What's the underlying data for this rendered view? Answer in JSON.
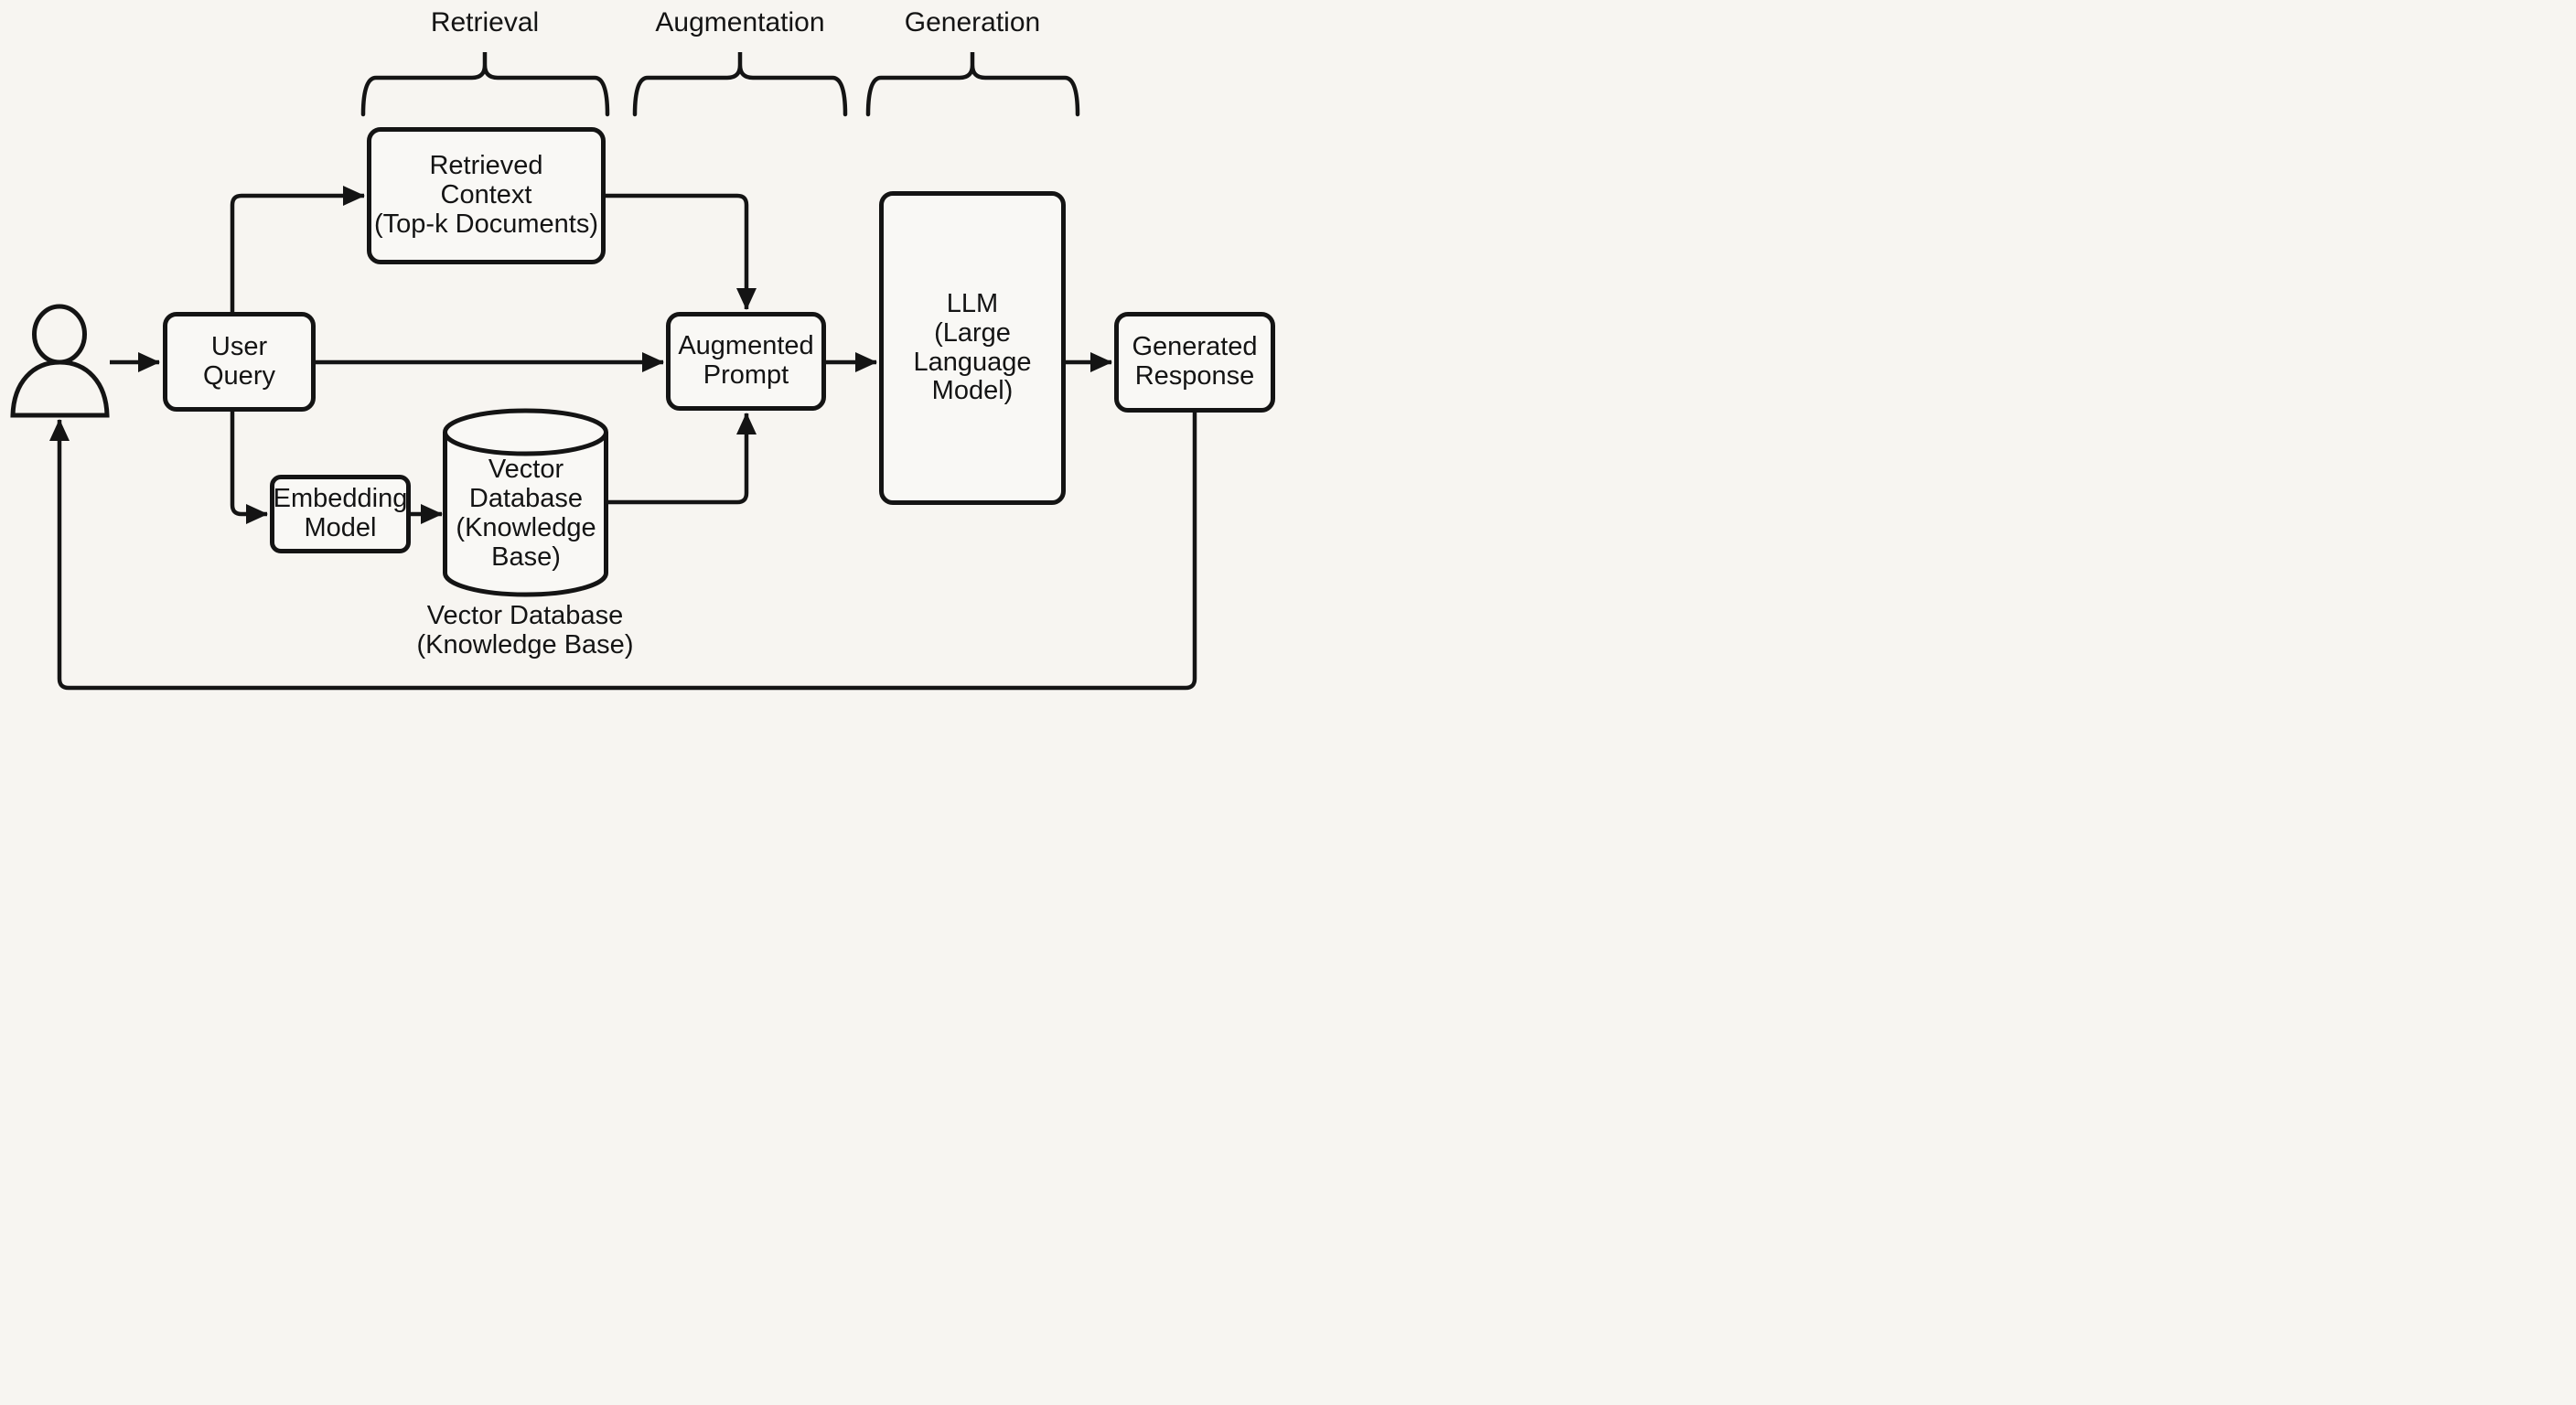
{
  "canvas": {
    "background": "#f7f5f1",
    "ink": "#141414"
  },
  "sections": [
    {
      "id": "retrieval",
      "label": "Retrieval"
    },
    {
      "id": "augmentation",
      "label": "Augmentation"
    },
    {
      "id": "generation",
      "label": "Generation"
    }
  ],
  "nodes": {
    "user_query": {
      "text": "User\nQuery"
    },
    "retrieved_context": {
      "text": "Retrieved\nContext\n(Top-k Documents)"
    },
    "augmented_prompt": {
      "text": "Augmented\nPrompt"
    },
    "llm": {
      "text": "LLM\n(Large\nLanguage\nModel)"
    },
    "generated_response": {
      "text": "Generated\nResponse"
    },
    "embedding_model": {
      "text": "Embedding\nModel"
    },
    "vector_db": {
      "text": "Vector\nDatabase\n(Knowledge\nBase)",
      "caption": "Vector Database\n(Knowledge Base)"
    }
  }
}
